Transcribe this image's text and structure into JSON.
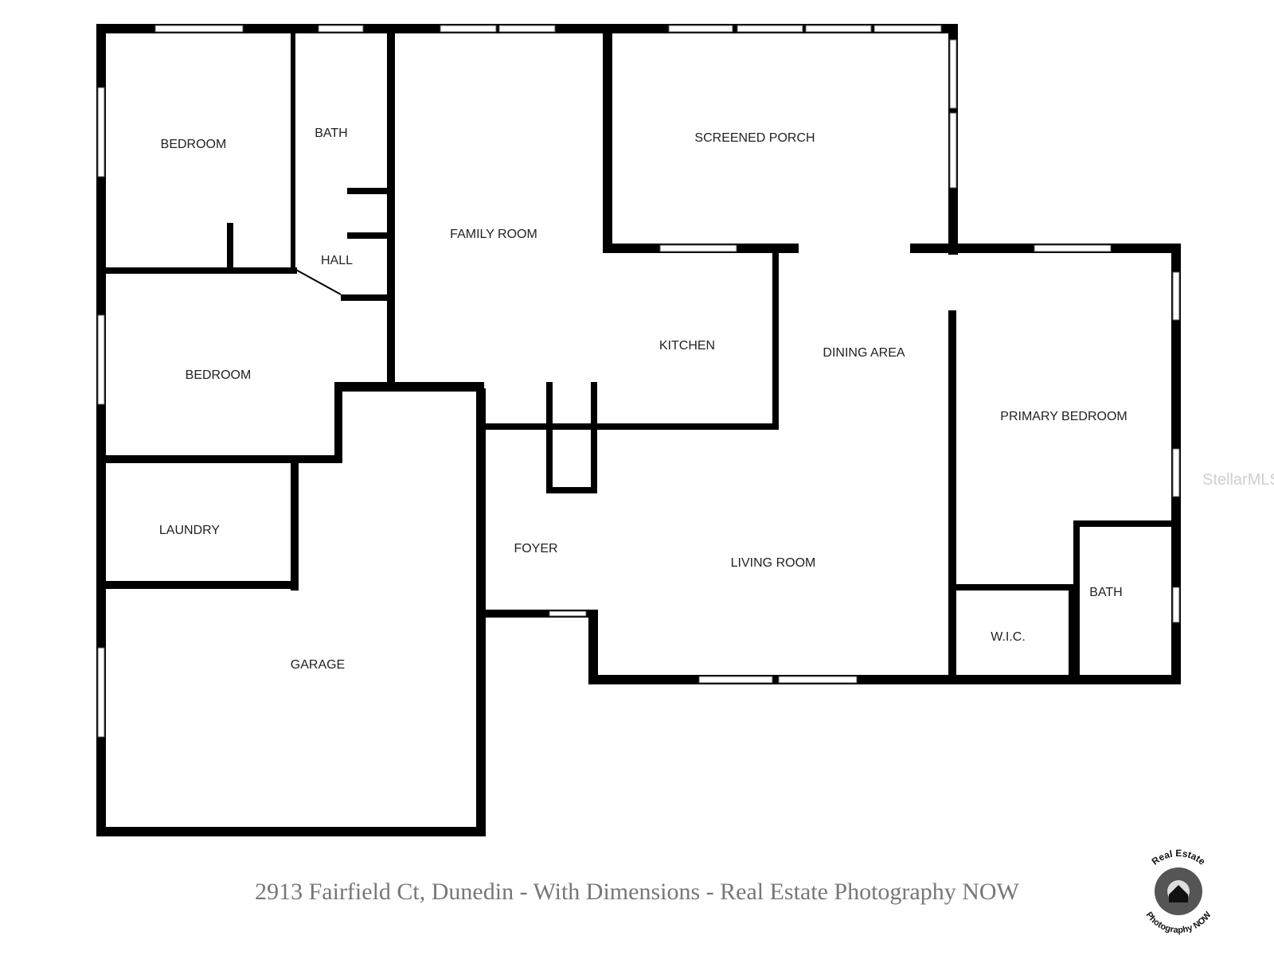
{
  "colors": {
    "wall": "#000000",
    "window": "#ffffff",
    "window_line": "#555555",
    "caption": "#777777"
  },
  "rooms": {
    "bedroom_1": "BEDROOM",
    "bath_1": "BATH",
    "family_room": "FAMILY ROOM",
    "screened_porch": "SCREENED PORCH",
    "hall": "HALL",
    "bedroom_2": "BEDROOM",
    "kitchen": "KITCHEN",
    "dining_area": "DINING AREA",
    "primary_bedroom": "PRIMARY BEDROOM",
    "laundry": "LAUNDRY",
    "foyer": "FOYER",
    "living_room": "LIVING ROOM",
    "bath_2": "BATH",
    "wic": "W.I.C.",
    "garage": "GARAGE"
  },
  "caption": "2913 Fairfield Ct, Dunedin - With Dimensions - Real Estate Photography NOW",
  "watermark": "StellarMLS",
  "logo": {
    "top_text": "Real Estate",
    "bottom_text": "Photography NOW",
    "icon": "camera-aperture-house-icon"
  }
}
